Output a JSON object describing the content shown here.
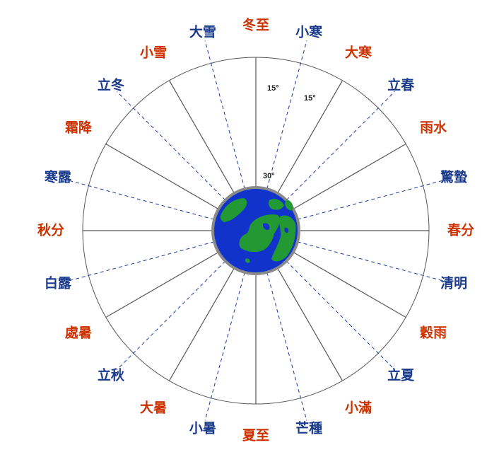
{
  "colors": {
    "major": "#cc3300",
    "minor": "#1a3a8a",
    "ocean": "#1133cc",
    "land": "#229933",
    "globe_rim": "#8a8a8a",
    "line": "#555555",
    "dash": "#1a3a9a"
  },
  "degree_labels": [
    "15°",
    "15°",
    "30°"
  ],
  "terms": [
    {
      "name": "冬至",
      "kind": "major"
    },
    {
      "name": "小寒",
      "kind": "minor"
    },
    {
      "name": "大寒",
      "kind": "major"
    },
    {
      "name": "立春",
      "kind": "minor"
    },
    {
      "name": "雨水",
      "kind": "major"
    },
    {
      "name": "驚蟄",
      "kind": "minor"
    },
    {
      "name": "春分",
      "kind": "major"
    },
    {
      "name": "清明",
      "kind": "minor"
    },
    {
      "name": "穀雨",
      "kind": "major"
    },
    {
      "name": "立夏",
      "kind": "minor"
    },
    {
      "name": "小滿",
      "kind": "major"
    },
    {
      "name": "芒種",
      "kind": "minor"
    },
    {
      "name": "夏至",
      "kind": "major"
    },
    {
      "name": "小暑",
      "kind": "minor"
    },
    {
      "name": "大暑",
      "kind": "major"
    },
    {
      "name": "立秋",
      "kind": "minor"
    },
    {
      "name": "處暑",
      "kind": "major"
    },
    {
      "name": "白露",
      "kind": "minor"
    },
    {
      "name": "秋分",
      "kind": "major"
    },
    {
      "name": "寒露",
      "kind": "minor"
    },
    {
      "name": "霜降",
      "kind": "major"
    },
    {
      "name": "立冬",
      "kind": "minor"
    },
    {
      "name": "小雪",
      "kind": "major"
    },
    {
      "name": "大雪",
      "kind": "minor"
    }
  ]
}
